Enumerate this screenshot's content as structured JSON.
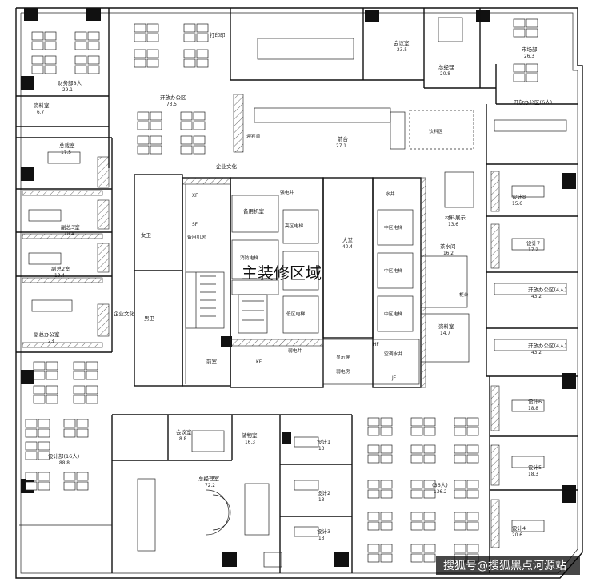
{
  "main_label": "主装修区域",
  "watermark": "搜狐号@搜狐黑点河源站",
  "rooms": [
    {
      "id": "finance",
      "name": "财务部8人",
      "area": "29.1"
    },
    {
      "id": "vault",
      "name": "资料室",
      "area": "6.7"
    },
    {
      "id": "open-office",
      "name": "开放办公区",
      "area": "73.5"
    },
    {
      "id": "printer",
      "name": "打印印"
    },
    {
      "id": "meeting-a",
      "name": "会议室",
      "area": "23.5"
    },
    {
      "id": "manager",
      "name": "总经理",
      "area": "20.8"
    },
    {
      "id": "market",
      "name": "市场部",
      "area": "26.3"
    },
    {
      "id": "open-office-6",
      "name": "开放办公区(6人)"
    },
    {
      "id": "president",
      "name": "总裁室",
      "area": "17.5"
    },
    {
      "id": "vp3",
      "name": "副总3室",
      "area": "18.4"
    },
    {
      "id": "vp2",
      "name": "副总2室",
      "area": "18.4"
    },
    {
      "id": "deputy",
      "name": "副总办公室",
      "area": "23"
    },
    {
      "id": "reception",
      "name": "前台",
      "area": "27.1"
    },
    {
      "id": "lobby",
      "name": "大堂",
      "area": "40.4"
    },
    {
      "id": "material",
      "name": "材料展示",
      "area": "13.6"
    },
    {
      "id": "tea",
      "name": "茶水间",
      "area": "16.2"
    },
    {
      "id": "design8",
      "name": "设计8",
      "area": "15.6"
    },
    {
      "id": "design7",
      "name": "设计7",
      "area": "17.2"
    },
    {
      "id": "open-office-4a",
      "name": "开放办公区(4人)",
      "area": "43.2"
    },
    {
      "id": "open-office-4b",
      "name": "开放办公区(4人)",
      "area": "43.2"
    },
    {
      "id": "archive",
      "name": "资料室",
      "area": "14.7"
    },
    {
      "id": "design6",
      "name": "设计6",
      "area": "18.8"
    },
    {
      "id": "design5",
      "name": "设计5",
      "area": "18.3"
    },
    {
      "id": "design4",
      "name": "设计4",
      "area": "20.6"
    },
    {
      "id": "design-dept",
      "name": "设计部(16人)",
      "area": "88.8"
    },
    {
      "id": "ceo-office",
      "name": "总经理室",
      "area": "72.2"
    },
    {
      "id": "meeting-b",
      "name": "会议室",
      "area": "8.8"
    },
    {
      "id": "storage",
      "name": "储物室",
      "area": "16.3"
    },
    {
      "id": "design1",
      "name": "设计1",
      "area": "13"
    },
    {
      "id": "design2",
      "name": "设计2",
      "area": "13"
    },
    {
      "id": "design3",
      "name": "设计3",
      "area": "13"
    },
    {
      "id": "open-office-36",
      "name": "(36人)",
      "area": "136.2"
    }
  ],
  "core_labels": {
    "corporate_culture": "企业文化",
    "corporate_culture_2": "企业文化",
    "female_wc": "女卫",
    "male_wc": "男卫",
    "xf_1": "XF",
    "sf_1": "SF",
    "backup_room": "备用机房",
    "fire_elevator": "消防电梯",
    "low_zone_elevator": "低区电梯",
    "mid_zone_elevator": "中区电梯",
    "mid_zone_elevator_2": "中区电梯",
    "mid_zone_elevator_3": "中区电梯",
    "high_zone_elevator": "高区电梯",
    "mech_room": "备用机室",
    "strong_shaft": "强电井",
    "weak_shaft": "弱电井",
    "water_shaft": "水井",
    "ac_shaft": "空调水井",
    "hf": "HF",
    "front_room": "前室",
    "display": "显示屏",
    "weak_room": "弱电房",
    "jf": "JF",
    "kf": "KF",
    "reception_desk": "迎宾台",
    "pantry": "饮料区",
    "cabinet": "柜台"
  },
  "colors": {
    "line": "#111111",
    "watermark_bg": "#000000"
  }
}
